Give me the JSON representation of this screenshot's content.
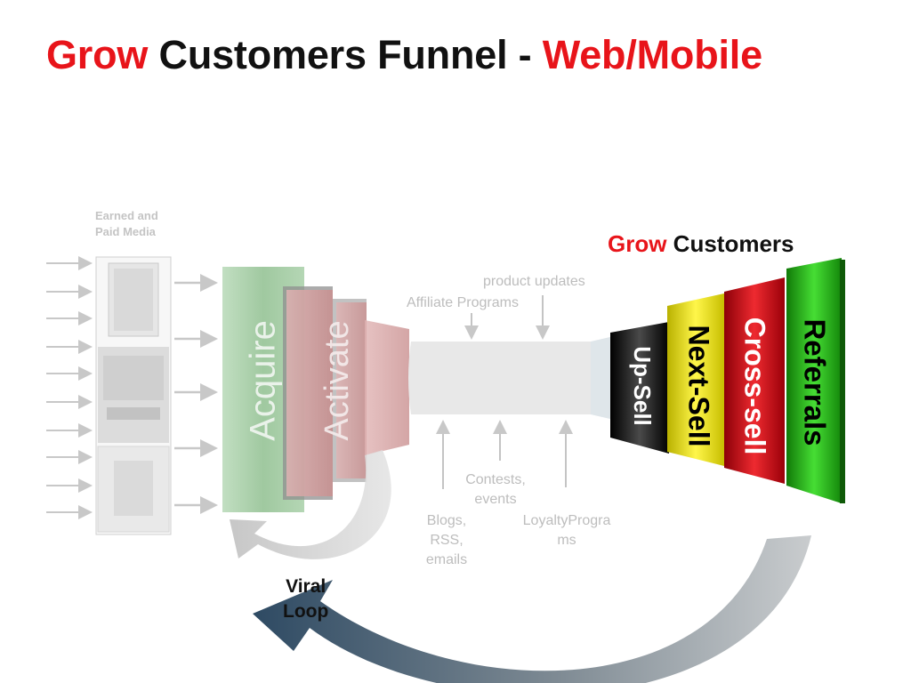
{
  "title": {
    "part1": "Grow",
    "part2": " Customers Funnel - ",
    "part3": "Web/Mobile"
  },
  "media": {
    "label_line1": "Earned and",
    "label_line2": "Paid Media"
  },
  "acquire_funnel": {
    "stages": [
      "Acquire",
      "Activate"
    ]
  },
  "inputs": {
    "top_line1": "product updates",
    "top_line2": "Affiliate Programs",
    "contests_line1": "Contests,",
    "contests_line2": "events",
    "blogs_line1": "Blogs,",
    "blogs_line2": "RSS,",
    "blogs_line3": "emails",
    "loyalty_line1": "LoyaltyProgra",
    "loyalty_line2": "ms"
  },
  "grow_funnel": {
    "heading_part1": "Grow",
    "heading_part2": " Customers",
    "stages": [
      {
        "label": "Up-Sell",
        "color": "#111111"
      },
      {
        "label": "Next-Sell",
        "color": "#e6df00"
      },
      {
        "label": "Cross-sell",
        "color": "#c8101a"
      },
      {
        "label": "Referrals",
        "color": "#22b414"
      }
    ]
  },
  "viral_loop": {
    "line1": "Viral",
    "line2": "Loop",
    "arrow_color": "#2e4a63"
  },
  "colors": {
    "title_red": "#e8141a",
    "acquire_green": "#8fbf8f",
    "activate_red": "#c98f8f",
    "faded_gray": "#bdbdbd"
  }
}
